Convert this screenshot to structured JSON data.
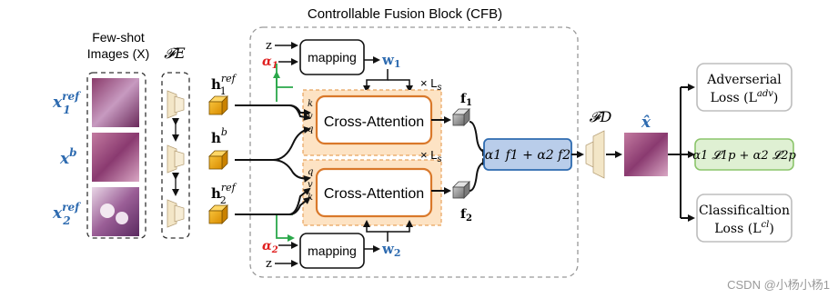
{
  "title": "Controllable Fusion Block (CFB)",
  "few_shot": {
    "line1": "Few-shot",
    "line2": "Images (X)"
  },
  "encoder_label": "𝓕E",
  "inputs": [
    {
      "base": "x",
      "sub": "1",
      "sup": "ref"
    },
    {
      "base": "x",
      "sub": "",
      "sup": "b"
    },
    {
      "base": "x",
      "sub": "2",
      "sup": "ref"
    }
  ],
  "features": [
    {
      "base": "h",
      "sub": "1",
      "sup": "ref"
    },
    {
      "base": "h",
      "sub": "",
      "sup": "b"
    },
    {
      "base": "h",
      "sub": "2",
      "sup": "ref"
    }
  ],
  "mapping_top": {
    "z": "z",
    "alpha": "α",
    "alpha_sub": "1",
    "label": "mapping",
    "w": "w",
    "w_sub": "1"
  },
  "mapping_bottom": {
    "z": "z",
    "alpha": "α",
    "alpha_sub": "2",
    "label": "mapping",
    "w": "w",
    "w_sub": "2"
  },
  "cross_attention_label": "Cross-Attention",
  "repeat_label": "× L",
  "repeat_sub": "s",
  "qkv": {
    "k": "k",
    "v": "v",
    "q": "q"
  },
  "f1": {
    "base": "f",
    "sub": "1"
  },
  "f2": {
    "base": "f",
    "sub": "2"
  },
  "fusion": "α1 f1 + α2 f2",
  "decoder_label": "𝓕D",
  "output_label": "x̂",
  "losses": [
    {
      "line1": "Adverserial",
      "line2": "Loss (L",
      "sup": "adv",
      "tail": ")"
    },
    {
      "line1": "α1 𝓛1p + α2 𝓛2p"
    },
    {
      "line1": "Classificaltion",
      "line2": "Loss (L",
      "sup": "cl",
      "tail": ")"
    }
  ],
  "watermark": "CSDN @小杨小杨1",
  "colors": {
    "accent_blue": "#2e6bb0",
    "alpha_red": "#e02020",
    "arrow_green": "#2aa84a",
    "orange_border": "#d9782a",
    "orange_fill": "#fde3c4",
    "fusion_fill": "#b9cdea",
    "loss_green": "#dff0d3"
  }
}
